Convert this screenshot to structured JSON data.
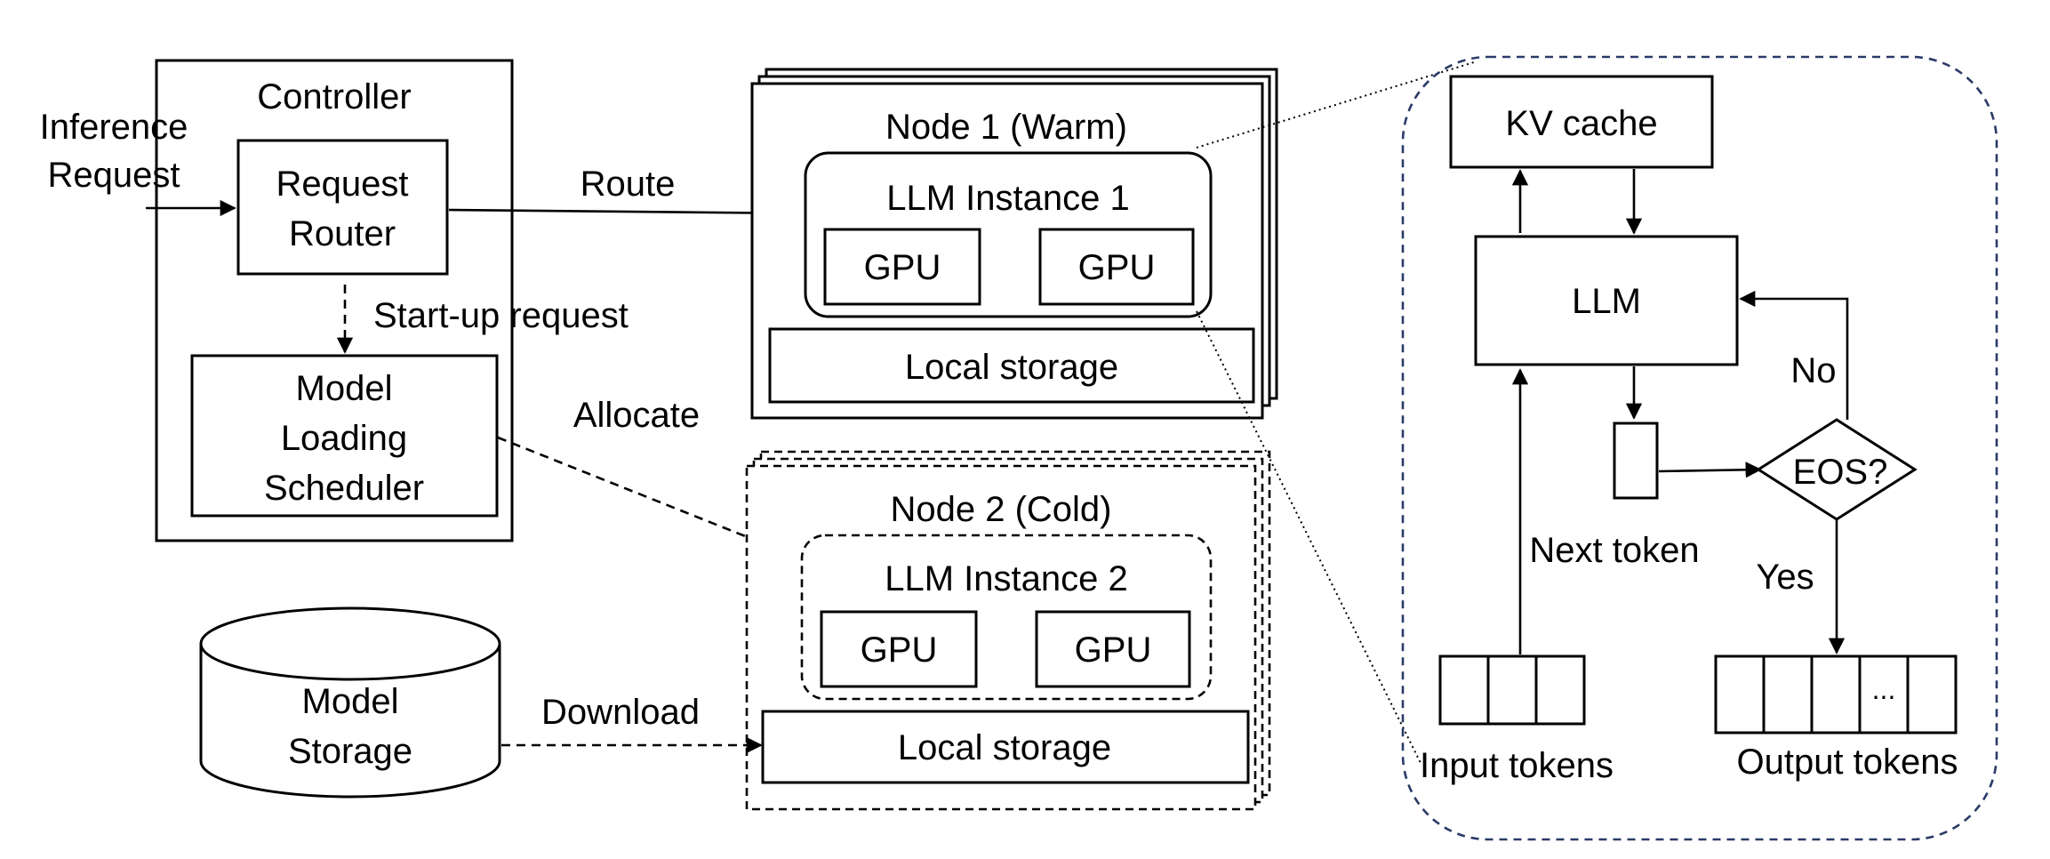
{
  "controller": {
    "title": "Controller",
    "request_router": [
      "Request",
      "Router"
    ],
    "scheduler": [
      "Model",
      "Loading",
      "Scheduler"
    ]
  },
  "inference_request": [
    "Inference",
    "Request"
  ],
  "edges": {
    "route": "Route",
    "startup": "Start-up request",
    "allocate": "Allocate",
    "download": "Download"
  },
  "node1": {
    "title": "Node 1 (Warm)",
    "instance": "LLM Instance 1",
    "gpus": [
      "GPU",
      "GPU"
    ],
    "storage": "Local storage"
  },
  "node2": {
    "title": "Node 2 (Cold)",
    "instance": "LLM Instance 2",
    "gpus": [
      "GPU",
      "GPU"
    ],
    "storage": "Local storage"
  },
  "model_storage": [
    "Model",
    "Storage"
  ],
  "detail": {
    "kv_cache": "KV cache",
    "llm": "LLM",
    "eos": "EOS?",
    "no": "No",
    "yes": "Yes",
    "next_token": "Next token",
    "input_tokens": "Input tokens",
    "output_tokens": "Output tokens",
    "ellipsis": "..."
  },
  "colors": {
    "detail_border": "#2b3a67"
  }
}
